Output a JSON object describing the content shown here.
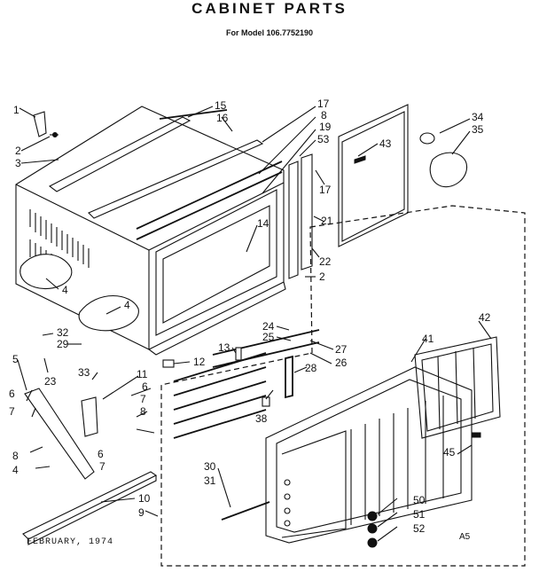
{
  "title": "CABINET PARTS",
  "subtitle": "For Model 106.7752190",
  "footer_date": "FEBRUARY, 1974",
  "corner_code": "A5",
  "callouts": [
    "1",
    "2",
    "3",
    "15",
    "16",
    "17",
    "8",
    "19",
    "53",
    "43",
    "34",
    "35",
    "17",
    "21",
    "22",
    "2",
    "4",
    "4",
    "14",
    "24",
    "25",
    "13",
    "12",
    "27",
    "26",
    "28",
    "41",
    "42",
    "5",
    "32",
    "29",
    "23",
    "33",
    "11",
    "6",
    "7",
    "8",
    "6",
    "7",
    "6",
    "7",
    "8",
    "4",
    "38",
    "45",
    "30",
    "31",
    "10",
    "9",
    "50",
    "51",
    "52"
  ]
}
